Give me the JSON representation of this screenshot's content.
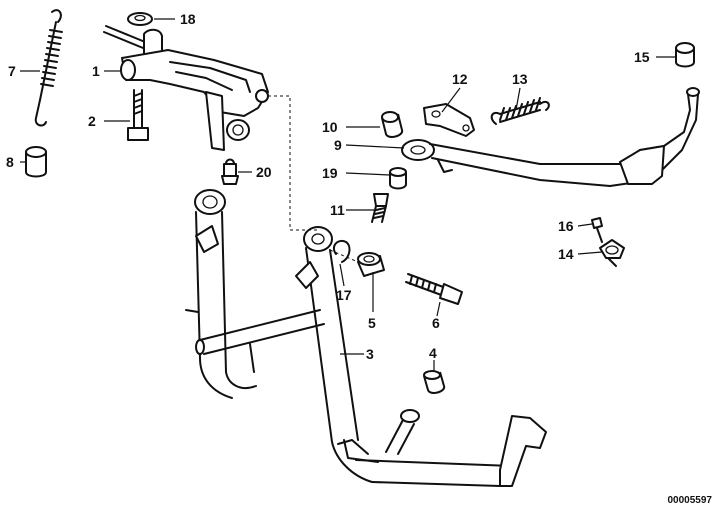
{
  "callouts": {
    "c1": "1",
    "c2": "2",
    "c3": "3",
    "c4": "4",
    "c5": "5",
    "c6": "6",
    "c7": "7",
    "c8": "8",
    "c9": "9",
    "c10": "10",
    "c11": "11",
    "c12": "12",
    "c13": "13",
    "c14": "14",
    "c15": "15",
    "c16": "16",
    "c17": "17",
    "c18": "18",
    "c19": "19",
    "c20": "20"
  },
  "document_number": "00005597"
}
